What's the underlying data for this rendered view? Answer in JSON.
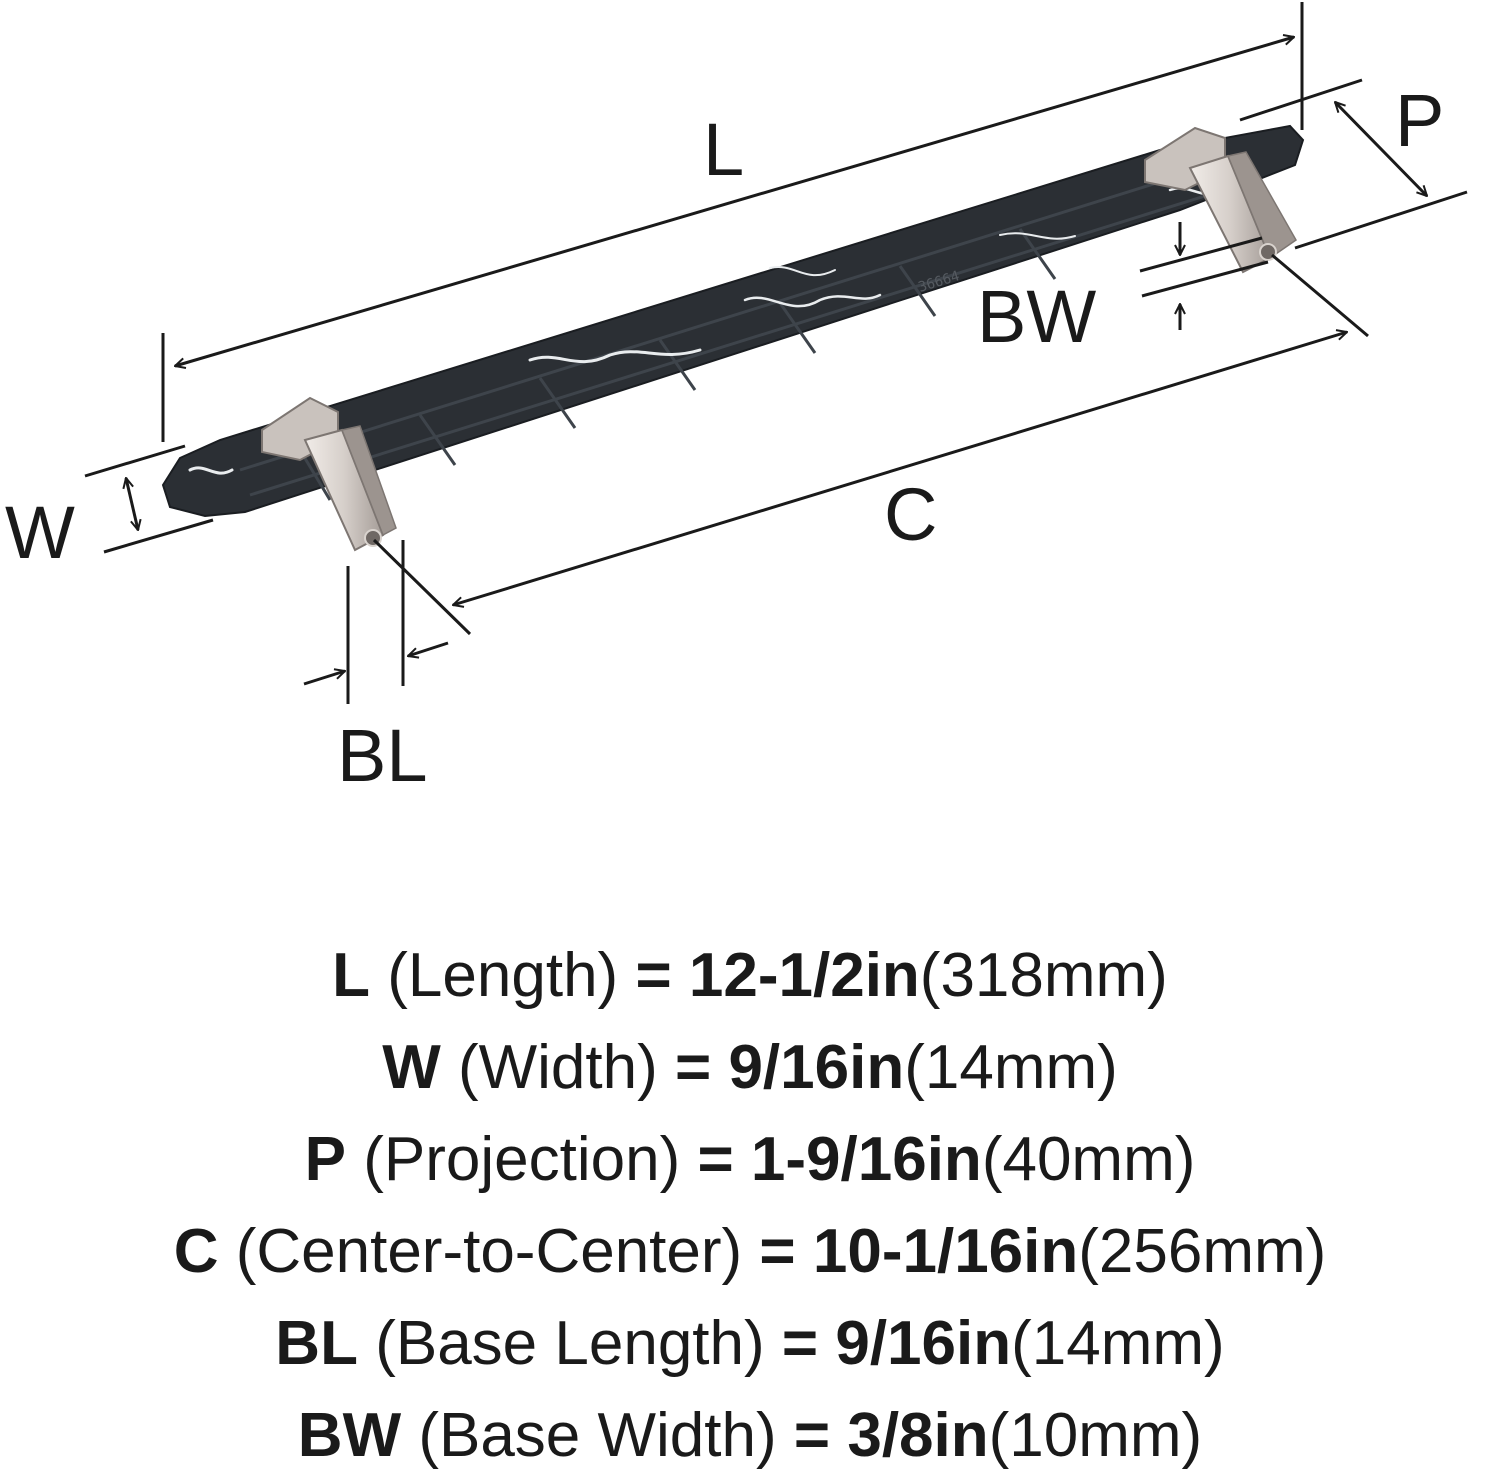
{
  "diagram": {
    "letters": {
      "L": "L",
      "W": "W",
      "P": "P",
      "C": "C",
      "BL": "BL",
      "BW": "BW"
    },
    "part_engraving": "36664",
    "colors": {
      "handle": "#2b2f34",
      "handle_vein": "#e9ecee",
      "post": "#d9d3ce",
      "post_shadow": "#9c948f",
      "line": "#1a1a1a"
    }
  },
  "specs": [
    {
      "letter": "L",
      "name": "(Length)",
      "eq": "=",
      "imperial": "12-1/2in",
      "metric": "(318mm)"
    },
    {
      "letter": "W",
      "name": "(Width)",
      "eq": "=",
      "imperial": "9/16in",
      "metric": "(14mm)"
    },
    {
      "letter": "P",
      "name": "(Projection)",
      "eq": "=",
      "imperial": "1-9/16in",
      "metric": "(40mm)"
    },
    {
      "letter": "C",
      "name": "(Center-to-Center)",
      "eq": "=",
      "imperial": "10-1/16in",
      "metric": "(256mm)"
    },
    {
      "letter": "BL",
      "name": "(Base Length)",
      "eq": "=",
      "imperial": "9/16in",
      "metric": "(14mm)"
    },
    {
      "letter": "BW",
      "name": "(Base Width)",
      "eq": "=",
      "imperial": "3/8in",
      "metric": "(10mm)"
    }
  ]
}
